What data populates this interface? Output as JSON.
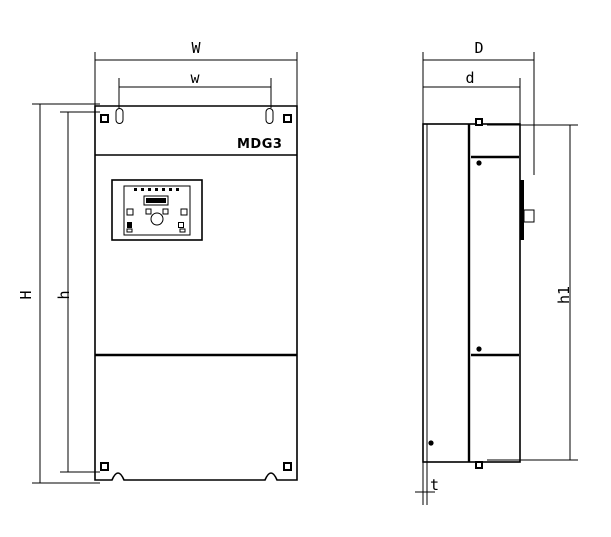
{
  "dimensions": {
    "W": "W",
    "w": "w",
    "H": "H",
    "h": "h",
    "D": "D",
    "d": "d",
    "h1": "h1",
    "t": "t"
  },
  "front_view": {
    "brand": "MDG3"
  },
  "colors": {
    "line": "#000000",
    "background": "#ffffff"
  }
}
